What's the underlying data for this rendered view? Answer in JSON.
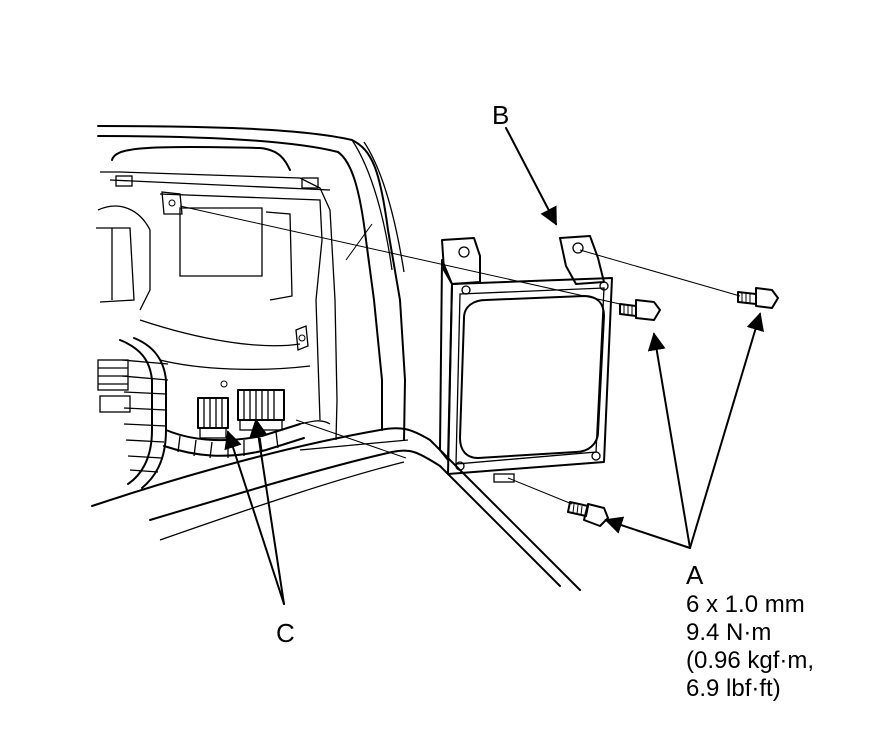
{
  "callouts": {
    "a": {
      "letter": "A",
      "spec_lines": [
        "6 x 1.0 mm",
        "9.4 N·m",
        "(0.96 kgf·m,",
        "6.9 lbf·ft)"
      ]
    },
    "b": {
      "letter": "B"
    },
    "c": {
      "letter": "C"
    }
  },
  "colors": {
    "line": "#000000",
    "background": "#ffffff"
  }
}
